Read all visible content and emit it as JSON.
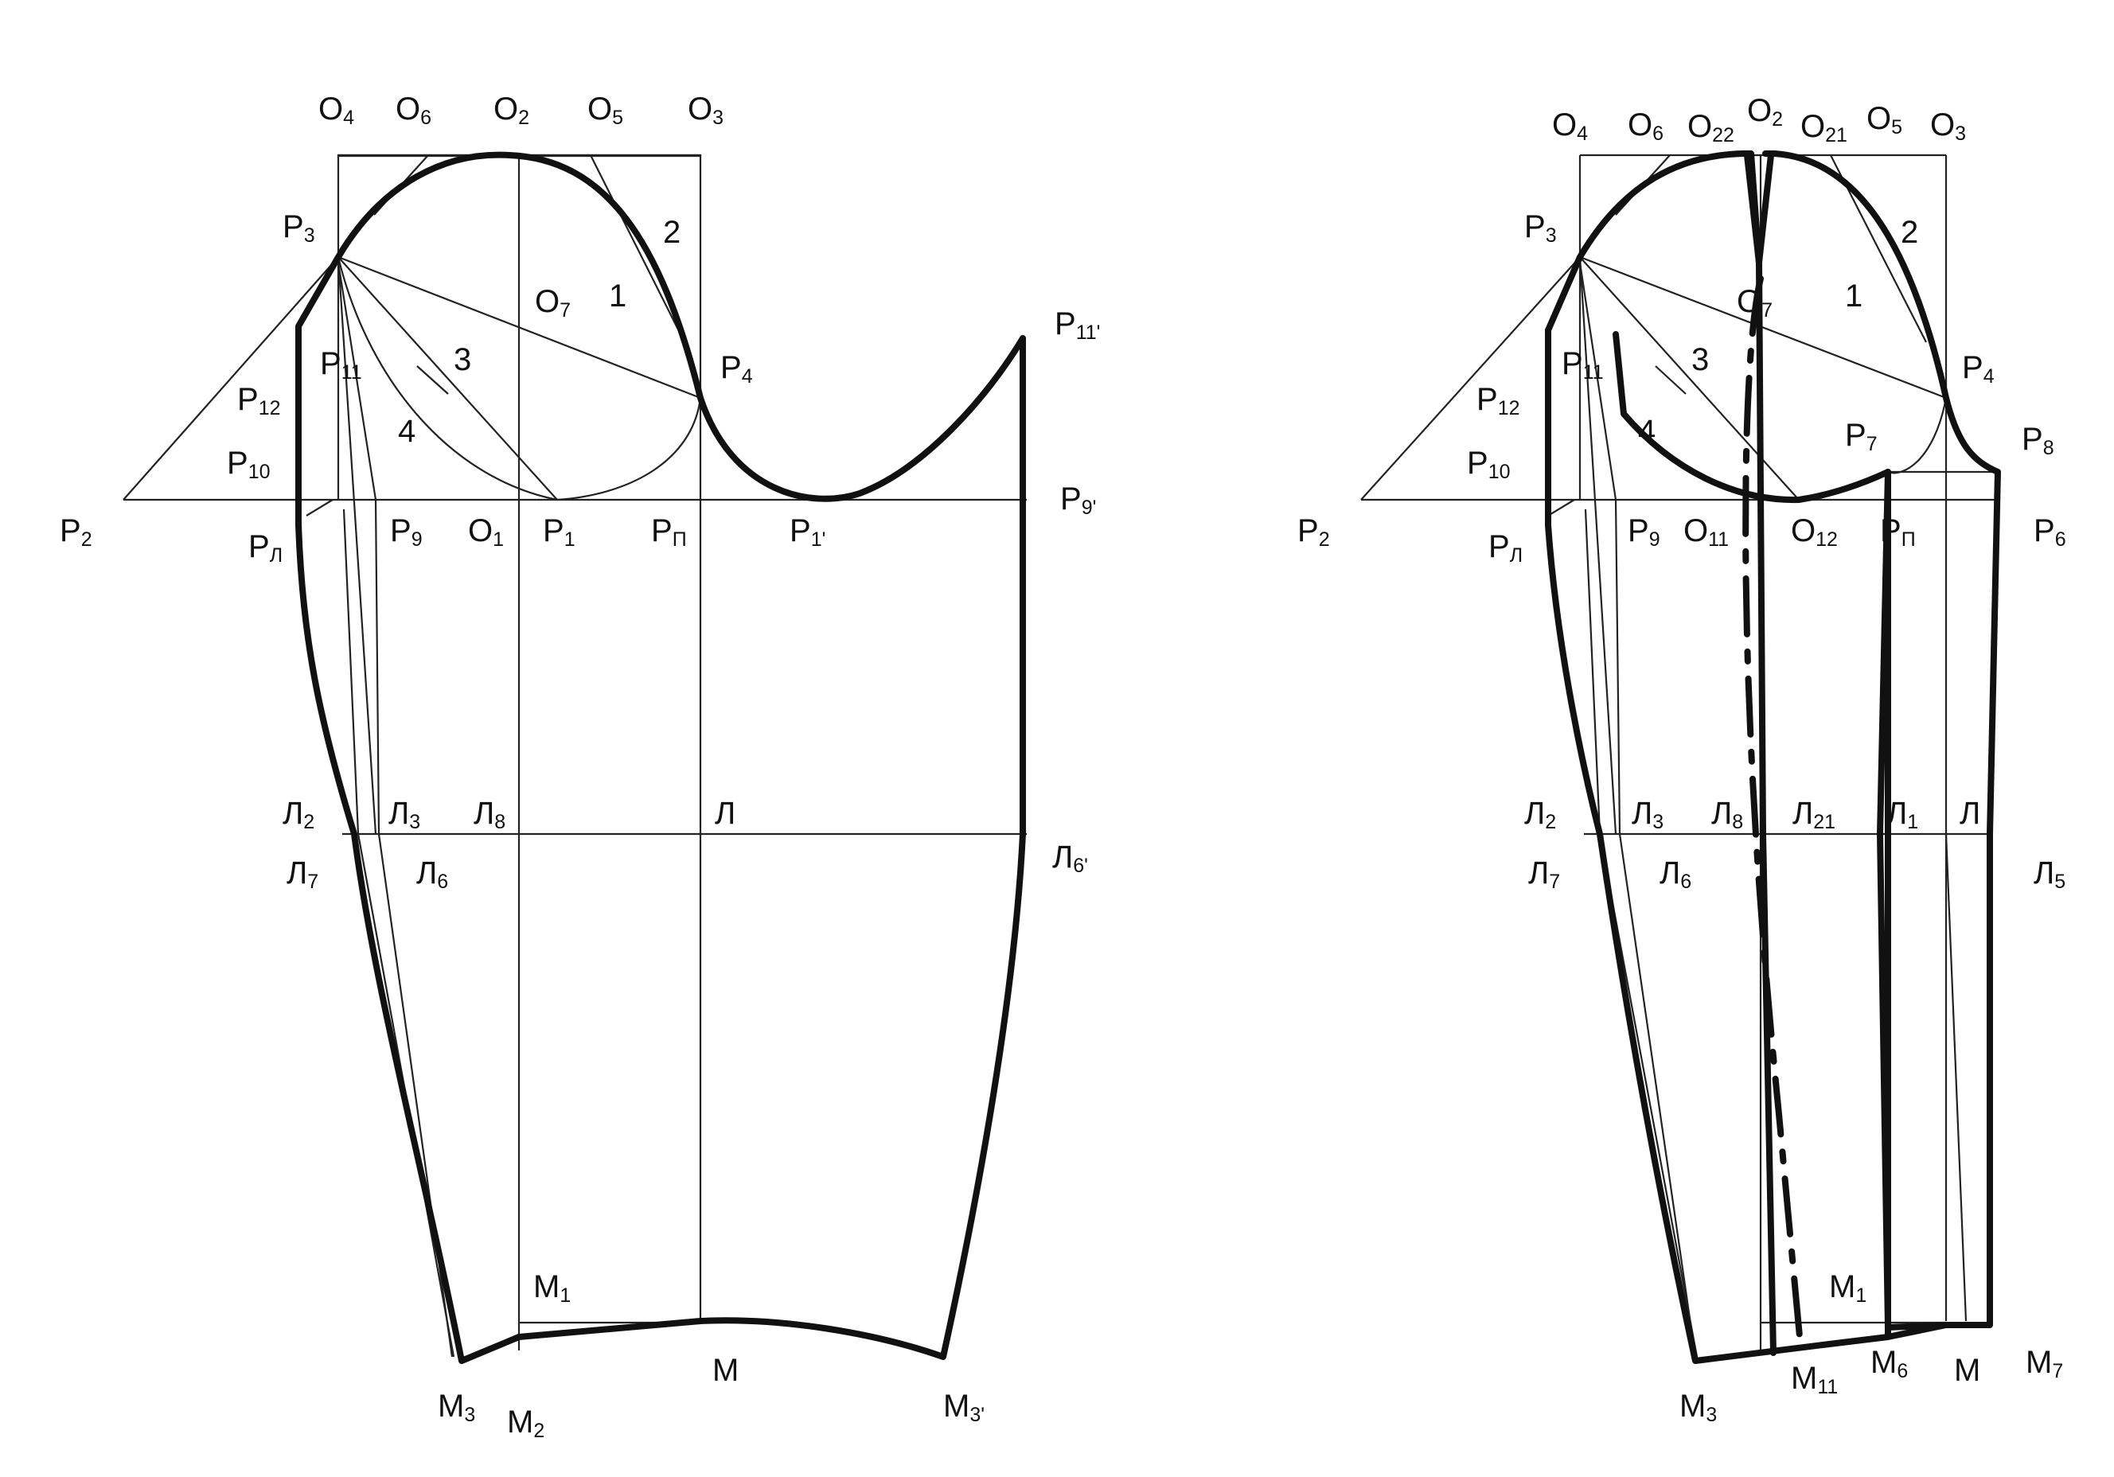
{
  "colors": {
    "line": "#111111",
    "background": "#ffffff"
  },
  "left_pattern": {
    "labels": [
      {
        "id": "O4",
        "base": "O",
        "sub": "4"
      },
      {
        "id": "O6",
        "base": "O",
        "sub": "6"
      },
      {
        "id": "O2",
        "base": "O",
        "sub": "2"
      },
      {
        "id": "O5",
        "base": "O",
        "sub": "5"
      },
      {
        "id": "O3",
        "base": "O",
        "sub": "3"
      },
      {
        "id": "P3",
        "base": "P",
        "sub": "3"
      },
      {
        "id": "n2",
        "base": "2",
        "sub": ""
      },
      {
        "id": "O7",
        "base": "O",
        "sub": "7"
      },
      {
        "id": "n1",
        "base": "1",
        "sub": ""
      },
      {
        "id": "P11",
        "base": "P",
        "sub": "11"
      },
      {
        "id": "n3",
        "base": "3",
        "sub": ""
      },
      {
        "id": "P4",
        "base": "P",
        "sub": "4"
      },
      {
        "id": "P11p",
        "base": "P",
        "sub": "11'"
      },
      {
        "id": "P12",
        "base": "P",
        "sub": "12"
      },
      {
        "id": "n4",
        "base": "4",
        "sub": ""
      },
      {
        "id": "P10",
        "base": "P",
        "sub": "10"
      },
      {
        "id": "P2",
        "base": "P",
        "sub": "2"
      },
      {
        "id": "PL",
        "base": "P",
        "sub": "Л"
      },
      {
        "id": "P9",
        "base": "P",
        "sub": "9"
      },
      {
        "id": "O1",
        "base": "O",
        "sub": "1"
      },
      {
        "id": "P1",
        "base": "P",
        "sub": "1"
      },
      {
        "id": "PP",
        "base": "P",
        "sub": "П"
      },
      {
        "id": "P1p",
        "base": "P",
        "sub": "1'"
      },
      {
        "id": "P9p",
        "base": "P",
        "sub": "9'"
      },
      {
        "id": "L2",
        "base": "Л",
        "sub": "2"
      },
      {
        "id": "L3",
        "base": "Л",
        "sub": "3"
      },
      {
        "id": "L8",
        "base": "Л",
        "sub": "8"
      },
      {
        "id": "L",
        "base": "Л",
        "sub": ""
      },
      {
        "id": "L7",
        "base": "Л",
        "sub": "7"
      },
      {
        "id": "L6",
        "base": "Л",
        "sub": "6"
      },
      {
        "id": "L6p",
        "base": "Л",
        "sub": "6'"
      },
      {
        "id": "M1",
        "base": "M",
        "sub": "1"
      },
      {
        "id": "M",
        "base": "M",
        "sub": ""
      },
      {
        "id": "M3",
        "base": "M",
        "sub": "3"
      },
      {
        "id": "M2",
        "base": "M",
        "sub": "2"
      },
      {
        "id": "M3p",
        "base": "M",
        "sub": "3'"
      }
    ]
  },
  "right_pattern": {
    "labels": [
      {
        "id": "O4",
        "base": "O",
        "sub": "4"
      },
      {
        "id": "O6",
        "base": "O",
        "sub": "6"
      },
      {
        "id": "O22",
        "base": "O",
        "sub": "22"
      },
      {
        "id": "O2",
        "base": "O",
        "sub": "2"
      },
      {
        "id": "O21",
        "base": "O",
        "sub": "21"
      },
      {
        "id": "O5",
        "base": "O",
        "sub": "5"
      },
      {
        "id": "O3",
        "base": "O",
        "sub": "3"
      },
      {
        "id": "P3",
        "base": "P",
        "sub": "3"
      },
      {
        "id": "n2",
        "base": "2",
        "sub": ""
      },
      {
        "id": "O7",
        "base": "O",
        "sub": "7"
      },
      {
        "id": "n1",
        "base": "1",
        "sub": ""
      },
      {
        "id": "P11",
        "base": "P",
        "sub": "11"
      },
      {
        "id": "n3",
        "base": "3",
        "sub": ""
      },
      {
        "id": "P4",
        "base": "P",
        "sub": "4"
      },
      {
        "id": "P12",
        "base": "P",
        "sub": "12"
      },
      {
        "id": "n4",
        "base": "4",
        "sub": ""
      },
      {
        "id": "P7",
        "base": "P",
        "sub": "7"
      },
      {
        "id": "P8",
        "base": "P",
        "sub": "8"
      },
      {
        "id": "P10",
        "base": "P",
        "sub": "10"
      },
      {
        "id": "P2",
        "base": "P",
        "sub": "2"
      },
      {
        "id": "PL",
        "base": "P",
        "sub": "Л"
      },
      {
        "id": "P9",
        "base": "P",
        "sub": "9"
      },
      {
        "id": "O11",
        "base": "O",
        "sub": "11"
      },
      {
        "id": "O12",
        "base": "O",
        "sub": "12"
      },
      {
        "id": "PP",
        "base": "P",
        "sub": "П"
      },
      {
        "id": "P6",
        "base": "P",
        "sub": "6"
      },
      {
        "id": "L2",
        "base": "Л",
        "sub": "2"
      },
      {
        "id": "L3",
        "base": "Л",
        "sub": "3"
      },
      {
        "id": "L8",
        "base": "Л",
        "sub": "8"
      },
      {
        "id": "L21",
        "base": "Л",
        "sub": "21"
      },
      {
        "id": "L1",
        "base": "Л",
        "sub": "1"
      },
      {
        "id": "L",
        "base": "Л",
        "sub": ""
      },
      {
        "id": "L7",
        "base": "Л",
        "sub": "7"
      },
      {
        "id": "L6",
        "base": "Л",
        "sub": "6"
      },
      {
        "id": "L5",
        "base": "Л",
        "sub": "5"
      },
      {
        "id": "M1",
        "base": "M",
        "sub": "1"
      },
      {
        "id": "M3",
        "base": "M",
        "sub": "3"
      },
      {
        "id": "M11",
        "base": "M",
        "sub": "11"
      },
      {
        "id": "M6",
        "base": "M",
        "sub": "6"
      },
      {
        "id": "M",
        "base": "M",
        "sub": ""
      },
      {
        "id": "M7",
        "base": "M",
        "sub": "7"
      }
    ]
  }
}
